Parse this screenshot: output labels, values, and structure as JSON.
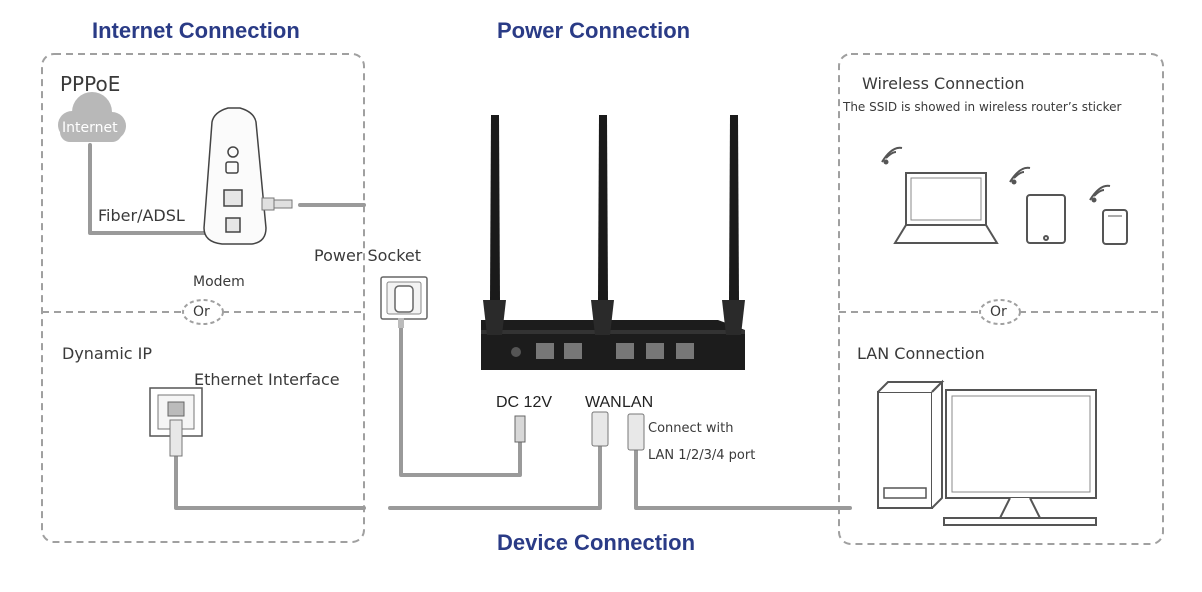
{
  "headings": {
    "internet": "Internet Connection",
    "power": "Power Connection",
    "device": "Device Connection"
  },
  "internet_panel": {
    "pppoe": "PPPoE",
    "cloud": "Internet",
    "fiber": "Fiber/ADSL",
    "modem": "Modem",
    "or": "Or",
    "dynamic_ip": "Dynamic IP",
    "ethernet_interface": "Ethernet Interface"
  },
  "power": {
    "socket": "Power Socket",
    "dc": "DC 12V"
  },
  "ports": {
    "wan": "WAN",
    "lan": "LAN",
    "connect_with": "Connect with",
    "lan_ports": "LAN 1/2/3/4 port"
  },
  "client_panel": {
    "wireless": "Wireless Connection",
    "ssid_note": "The SSID is showed in wireless router’s sticker",
    "or": "Or",
    "lan_connection": "LAN Connection"
  },
  "colors": {
    "heading": "#2a3b86",
    "dashed_border": "#a0a0a0",
    "cable": "#9a9a9a",
    "router": "#1c1c1c",
    "cloud": "#b8b8b8"
  }
}
